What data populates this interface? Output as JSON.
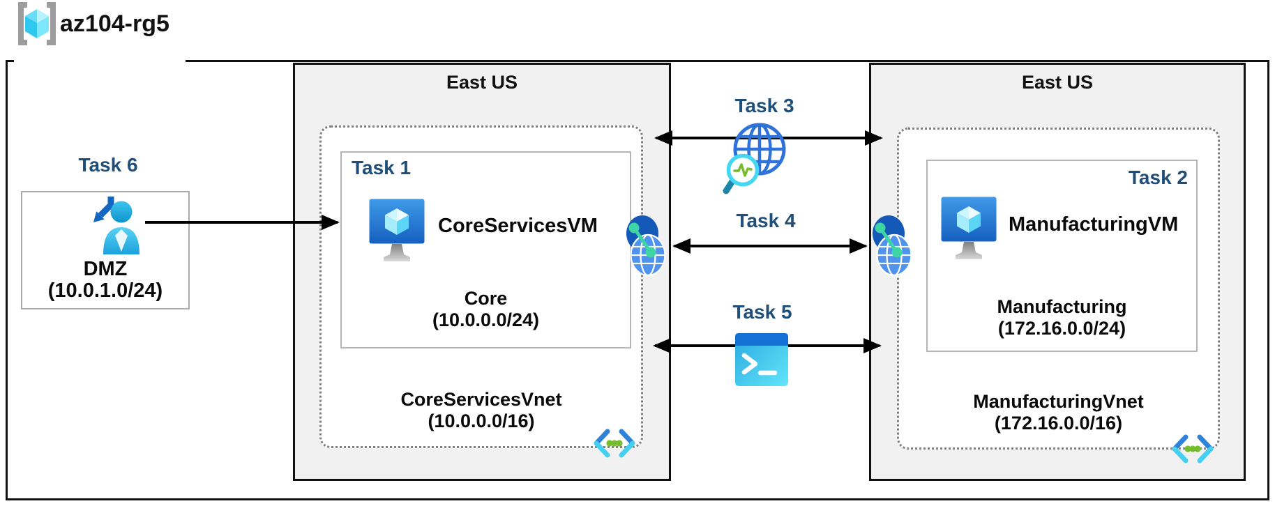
{
  "resource_group": {
    "name": "az104-rg5"
  },
  "dmz": {
    "task": "Task 6",
    "name": "DMZ",
    "cidr": "(10.0.1.0/24)"
  },
  "left_region": {
    "title": "East US",
    "task": "Task 1",
    "vm_name": "CoreServicesVM",
    "subnet_name": "Core",
    "subnet_cidr": "(10.0.0.0/24)",
    "vnet_name": "CoreServicesVnet",
    "vnet_cidr": "(10.0.0.0/16)"
  },
  "right_region": {
    "title": "East US",
    "task": "Task 2",
    "vm_name": "ManufacturingVM",
    "subnet_name": "Manufacturing",
    "subnet_cidr": "(172.16.0.0/24)",
    "vnet_name": "ManufacturingVnet",
    "vnet_cidr": "(172.16.0.0/16)"
  },
  "connections": {
    "task3": "Task 3",
    "task4": "Task 4",
    "task5": "Task 5"
  },
  "icons": {
    "resource_group": "resource-group-icon",
    "dmz_user": "signin-user-icon",
    "vm": "virtual-machine-icon",
    "task3": "network-watcher-icon",
    "peering": "vnet-peering-icon",
    "task5": "cloud-shell-icon",
    "vnet": "virtual-network-icon"
  },
  "colors": {
    "task_label_blue": "#1f4e79",
    "region_fill": "#f1f1f1",
    "vm_screen_blue": "#1660c0",
    "accent_cyan": "#50e6ff",
    "green_dot": "#76bc2d",
    "peering_blue": "#4f93ee",
    "border_black": "#111111"
  }
}
